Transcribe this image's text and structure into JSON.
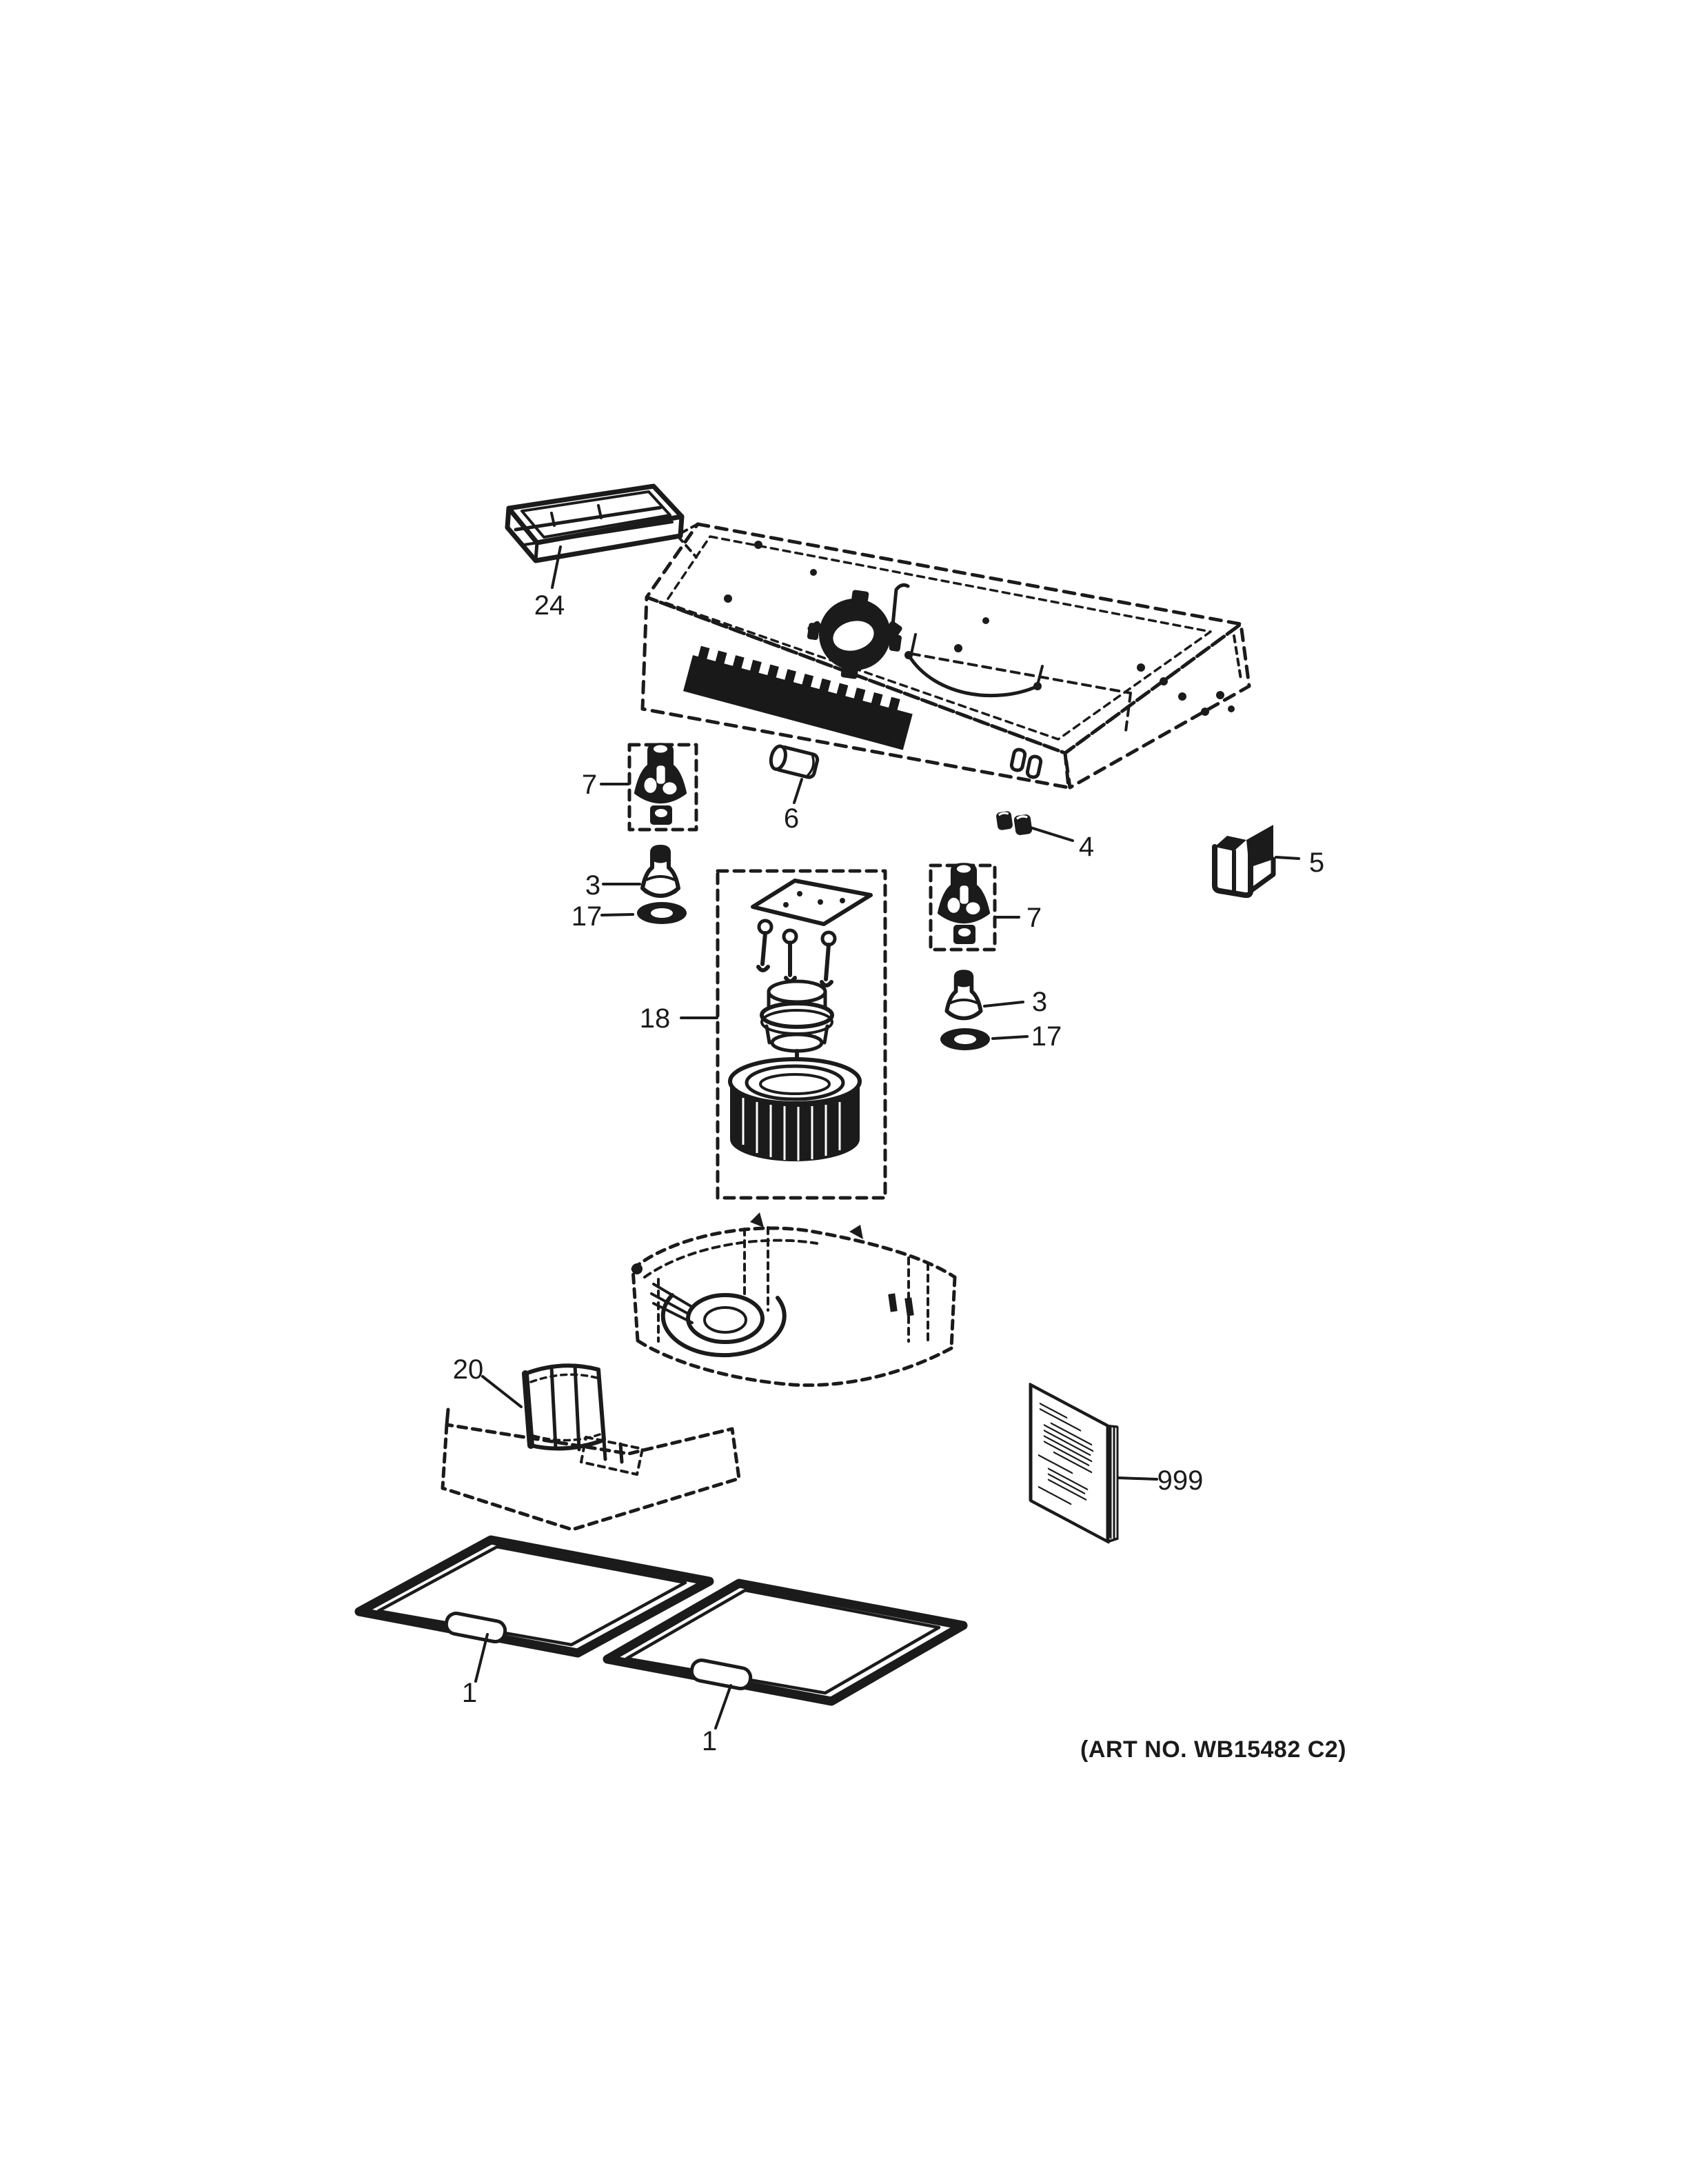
{
  "figure": {
    "type": "exploded-parts-diagram",
    "art_no": "(ART NO. WB15482 C2)",
    "ink_color": "#1b1b1b",
    "background_color": "#ffffff",
    "callouts": [
      {
        "id": "callout-24",
        "label": "24"
      },
      {
        "id": "callout-7-left",
        "label": "7"
      },
      {
        "id": "callout-6",
        "label": "6"
      },
      {
        "id": "callout-4",
        "label": "4"
      },
      {
        "id": "callout-5",
        "label": "5"
      },
      {
        "id": "callout-3-left",
        "label": "3"
      },
      {
        "id": "callout-17-left",
        "label": "17"
      },
      {
        "id": "callout-18",
        "label": "18"
      },
      {
        "id": "callout-7-right",
        "label": "7"
      },
      {
        "id": "callout-3-right",
        "label": "3"
      },
      {
        "id": "callout-17-right",
        "label": "17"
      },
      {
        "id": "callout-20",
        "label": "20"
      },
      {
        "id": "callout-999",
        "label": "999"
      },
      {
        "id": "callout-1-left",
        "label": "1"
      },
      {
        "id": "callout-1-right",
        "label": "1"
      }
    ]
  }
}
